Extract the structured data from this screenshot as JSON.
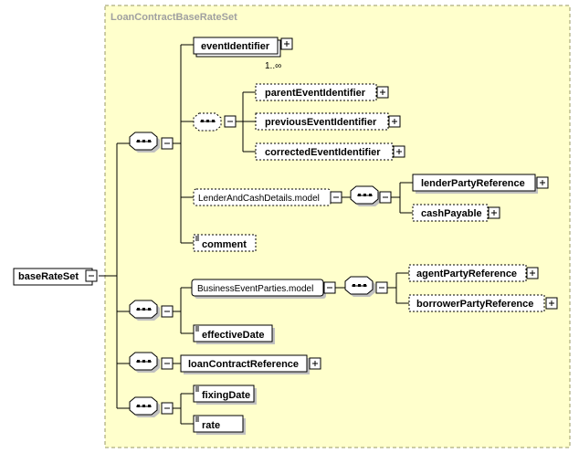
{
  "type_name": "LoanContractBaseRateSet",
  "root": {
    "label": "baseRateSet",
    "optional": false
  },
  "colors": {
    "type_bg": "#ffffcc",
    "type_border": "#999966",
    "shadow": "#a0a0a0"
  },
  "nodes": {
    "eventIdentifier": {
      "label": "eventIdentifier",
      "optional": false,
      "expandable": true,
      "multi": true,
      "cardinality": "1..∞"
    },
    "parentEventIdentifier": {
      "label": "parentEventIdentifier",
      "optional": true,
      "expandable": true
    },
    "previousEventIdentifier": {
      "label": "previousEventIdentifier",
      "optional": true,
      "expandable": true
    },
    "correctedEventIdentifier": {
      "label": "correctedEventIdentifier",
      "optional": true,
      "expandable": true
    },
    "LenderAndCashDetails": {
      "label": "LenderAndCashDetails.model",
      "optional": true,
      "group": true
    },
    "lenderPartyReference": {
      "label": "lenderPartyReference",
      "optional": false,
      "expandable": true
    },
    "cashPayable": {
      "label": "cashPayable",
      "optional": true,
      "expandable": true
    },
    "comment": {
      "label": "comment",
      "optional": true,
      "simple": true
    },
    "BusinessEventParties": {
      "label": "BusinessEventParties.model",
      "optional": false,
      "group": true
    },
    "agentPartyReference": {
      "label": "agentPartyReference",
      "optional": true,
      "expandable": true
    },
    "borrowerPartyReference": {
      "label": "borrowerPartyReference",
      "optional": true,
      "expandable": true
    },
    "effectiveDate": {
      "label": "effectiveDate",
      "optional": false,
      "simple": true
    },
    "loanContractReference": {
      "label": "loanContractReference",
      "optional": false,
      "expandable": true
    },
    "fixingDate": {
      "label": "fixingDate",
      "optional": false,
      "simple": true
    },
    "rate": {
      "label": "rate",
      "optional": false,
      "simple": true
    }
  }
}
